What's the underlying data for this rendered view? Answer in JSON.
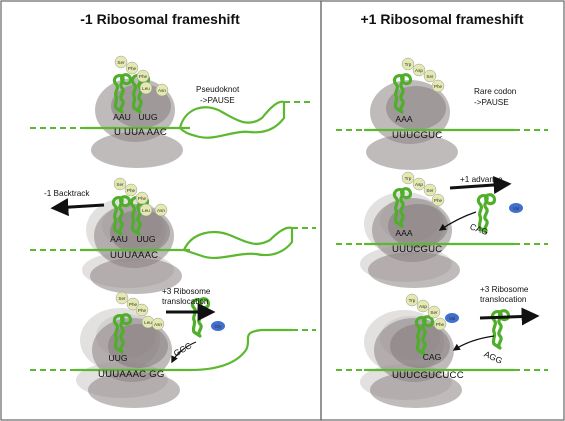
{
  "panels": {
    "left": {
      "title": "-1 Ribosomal frameshift",
      "stage1": {
        "annotation_line1": "Pseudoknot",
        "annotation_line2": "->PAUSE",
        "codons": [
          "AAU",
          "UUG"
        ],
        "seq": "U UUA AAC",
        "amino_acids": [
          "Ser",
          "Phe",
          "Phe",
          "Leu",
          "Asn"
        ]
      },
      "stage2": {
        "annotation": "-1 Backtrack",
        "codons": [
          "AAU",
          "UUG"
        ],
        "seq": "UUUAAAC",
        "amino_acids": [
          "Ser",
          "Phe",
          "Phe",
          "Leu",
          "Asn"
        ]
      },
      "stage3": {
        "annotation_line1": "+3 Ribosome",
        "annotation_line2": "translocation",
        "codons": [
          "UUG"
        ],
        "incoming_anticodon": "GCC",
        "incoming_aa": "Gly",
        "seq": "UUUAAAC GG",
        "amino_acids": [
          "Ser",
          "Phe",
          "Phe",
          "Leu",
          "Asn"
        ]
      }
    },
    "right": {
      "title": "+1 Ribosomal frameshift",
      "stage1": {
        "annotation_line1": "Rare codon",
        "annotation_line2": "->PAUSE",
        "codons": [
          "AAA"
        ],
        "seq": "UUUCGUC",
        "amino_acids": [
          "Trp",
          "Asp",
          "Ser",
          "Phe"
        ]
      },
      "stage2": {
        "annotation": "+1 advance",
        "codons": [
          "AAA"
        ],
        "incoming_anticodon": "CAG",
        "incoming_aa": "Val",
        "seq": "UUUCGUC",
        "amino_acids": [
          "Trp",
          "Asp",
          "Ser",
          "Phe"
        ]
      },
      "stage3": {
        "annotation_line1": "+3 Ribosome",
        "annotation_line2": "translocation",
        "codons": [
          "CAG"
        ],
        "incoming_anticodon": "AGG",
        "incoming_aa": "Ser",
        "seq": "UUUCGUCUCC",
        "amino_acids": [
          "Trp",
          "Asp",
          "Ser",
          "Phe",
          "Val"
        ]
      }
    }
  },
  "colors": {
    "mrna": "#5cb82e",
    "trna": "#4fae2a",
    "ribosome": "#8c8384",
    "amino_acid": "#e4e9b0",
    "incoming_amino_acid": "#3f6fcf",
    "highlight": "#e8462e"
  }
}
